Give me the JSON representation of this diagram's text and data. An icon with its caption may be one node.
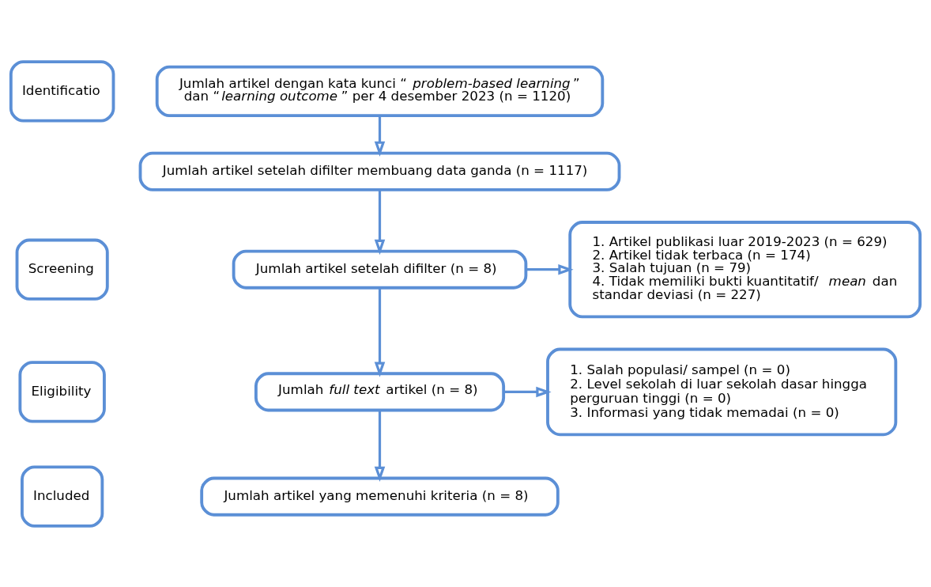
{
  "diagram": {
    "nodes": [
      {
        "text": [
          "Identificatio"
        ]
      },
      {
        "text": [
          "Jumlah artikel dengan kata kunci “*problem-based learning*” dan “*learning outcome*” per 4 desember 2023 (n = 1120)"
        ]
      },
      {
        "text": [
          "Jumlah artikel setelah difilter membuang data ganda (n = 1117)"
        ]
      },
      {
        "text": [
          "Screening"
        ]
      },
      {
        "text": [
          "Jumlah artikel setelah difilter (n = 8)"
        ]
      },
      {
        "text": [
          "1. Artikel publikasi luar 2019-2023 (n = 629)",
          "2. Artikel tidak terbaca (n = 174)",
          "3. Salah tujuan (n = 79)",
          "4. Tidak memiliki bukti kuantitatif/ *mean* dan standar deviasi (n = 227)"
        ]
      },
      {
        "text": [
          "Eligibility"
        ]
      },
      {
        "text": [
          "Jumlah *full text* artikel (n = 8)"
        ]
      },
      {
        "text": [
          "1. Salah populasi/ sampel (n = 0)",
          "2. Level sekolah di luar sekolah dasar hingga perguruan tinggi (n = 0)",
          "3. Informasi yang tidak memadai (n = 0)"
        ]
      },
      {
        "text": [
          "Included"
        ]
      },
      {
        "text": [
          "Jumlah artikel yang memenuhi kriteria (n = 8)"
        ]
      }
    ],
    "edges": [
      {
        "from": 1,
        "to": 2,
        "arrow": "to"
      },
      {
        "from": 2,
        "to": 4,
        "arrow": "to"
      },
      {
        "from": 4,
        "to": 5,
        "arrow": "to"
      },
      {
        "from": 4,
        "to": 7,
        "arrow": "to"
      },
      {
        "from": 7,
        "to": 8,
        "arrow": "to"
      },
      {
        "from": 7,
        "to": 10,
        "arrow": "to"
      }
    ]
  }
}
